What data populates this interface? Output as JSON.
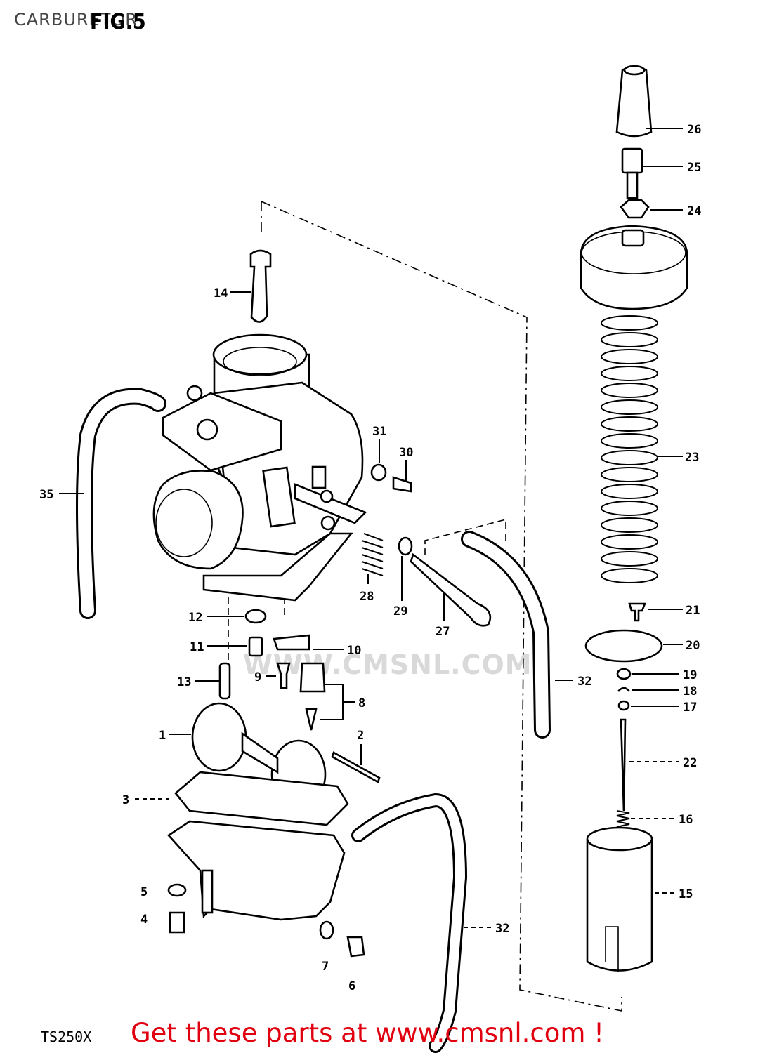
{
  "header": {
    "title": "CARBURETOR",
    "figure": "FIG.5"
  },
  "footer": {
    "model": "TS250X",
    "promo": "Get these parts at www.cmsnl.com !"
  },
  "watermark": "WWW.CMSNL.COM",
  "callouts": [
    "1",
    "2",
    "3",
    "4",
    "5",
    "6",
    "7",
    "8",
    "9",
    "10",
    "11",
    "12",
    "13",
    "14",
    "15",
    "16",
    "17",
    "18",
    "19",
    "20",
    "21",
    "22",
    "23",
    "24",
    "25",
    "26",
    "27",
    "28",
    "29",
    "30",
    "31",
    "32",
    "32",
    "35"
  ]
}
